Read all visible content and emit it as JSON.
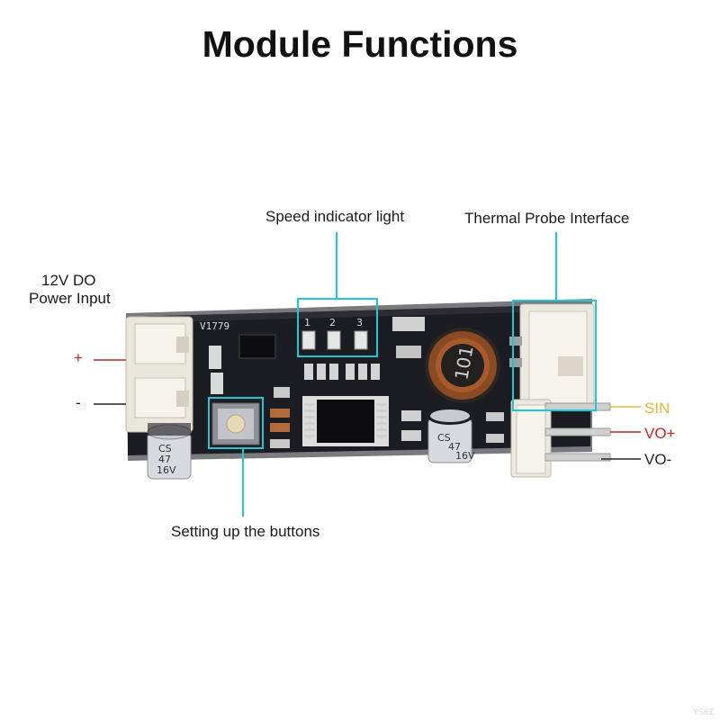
{
  "title": "Module Functions",
  "labels": {
    "speed_indicator": "Speed indicator light",
    "thermal_probe": "Thermal Probe Interface",
    "power_input_line1": "12V DO",
    "power_input_line2": "Power Input",
    "plus": "+",
    "minus": "-",
    "buttons": "Setting up the buttons"
  },
  "pins": {
    "sin": "SIN",
    "vo_plus": "VO+",
    "vo_minus": "VO-"
  },
  "board_text": {
    "version": "V1779",
    "led_1": "1",
    "led_2": "2",
    "led_3": "3",
    "inductor": "101",
    "cap_left_l1": "CS",
    "cap_left_l2": "47",
    "cap_left_l3": "16V",
    "cap_right_l1": "CS",
    "cap_right_l2": "47",
    "cap_right_l3": "16V"
  },
  "colors": {
    "callout": "#1fc7d4",
    "pcb": "#1c1d22",
    "sin": "#e8b830",
    "vo_plus": "#cc2222",
    "vo_minus": "#222222"
  },
  "watermark": "YSKE"
}
